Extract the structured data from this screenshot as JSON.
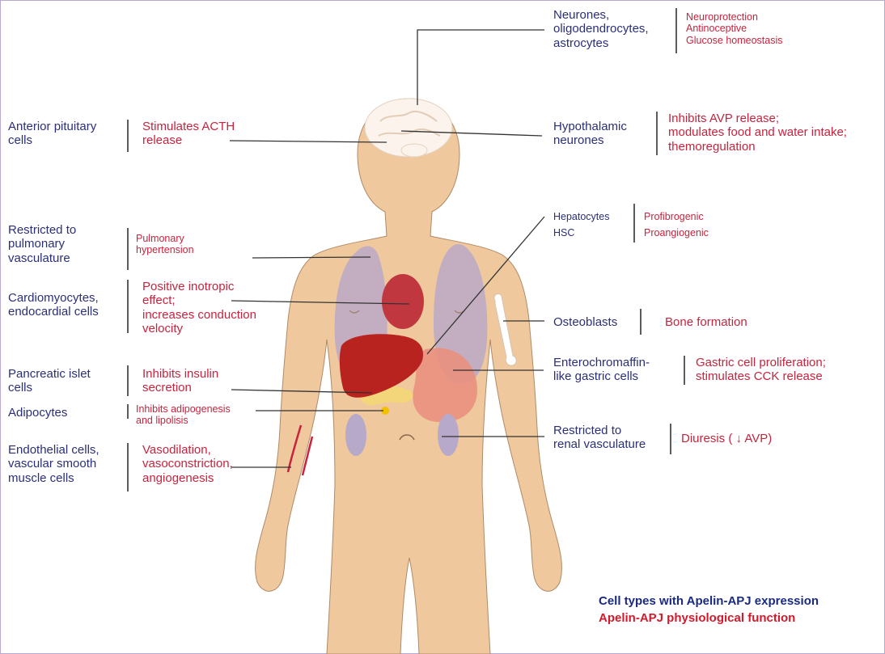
{
  "colors": {
    "cell_type": "#2a2f78",
    "function": "#c8233d",
    "skin": "#efc89e",
    "lung": "#b7a7c8",
    "liver": "#b8231f",
    "heart": "#c0373f",
    "stomach": "#e9907e",
    "kidney": "#b6a9c9",
    "pancreas": "#f3d67a",
    "brain": "#fbf3ec",
    "frame": "#b7a9cf"
  },
  "annotations": [
    {
      "id": "neurones",
      "cell": "Neurones,\noligodendrocytes,\nastrocytes",
      "function": "Neuroprotection\nAntinoceptive\nGlucose homeostasis"
    },
    {
      "id": "anterior-pituitary",
      "cell": "Anterior pituitary\ncells",
      "function": "Stimulates ACTH\nrelease"
    },
    {
      "id": "hypothalamic",
      "cell": "Hypothalamic\nneurones",
      "function": "Inhibits AVP release;\nmodulates food and water intake;\nthemoregulation"
    },
    {
      "id": "pulmonary",
      "cell": "Restricted to\npulmonary\nvasculature",
      "function": "Pulmonary\nhypertension"
    },
    {
      "id": "hepatocytes",
      "cell": "Hepatocytes\nHSC",
      "function": "Profibrogenic\nProangiogenic"
    },
    {
      "id": "cardiomyocytes",
      "cell": "Cardiomyocytes,\nendocardial cells",
      "function": "Positive inotropic\neffect;\nincreases conduction\nvelocity"
    },
    {
      "id": "osteoblasts",
      "cell": "Osteoblasts",
      "function": "Bone formation"
    },
    {
      "id": "enterochromaffin",
      "cell": "Enterochromaffin-\nlike gastric cells",
      "function": "Gastric cell proliferation;\nstimulates CCK release"
    },
    {
      "id": "pancreatic",
      "cell": "Pancreatic islet\ncells",
      "function": "Inhibits insulin\nsecretion"
    },
    {
      "id": "adipocytes",
      "cell": "Adipocytes",
      "function": "Inhibits adipogenesis\nand lipolisis"
    },
    {
      "id": "renal",
      "cell": "Restricted to\nrenal vasculature",
      "function": "Diuresis ( ↓ AVP)"
    },
    {
      "id": "endothelial",
      "cell": "Endothelial cells,\nvascular smooth\nmuscle cells",
      "function": "Vasodilation,\nvasoconstriction,\nangiogenesis"
    }
  ],
  "legend": {
    "cell_types": "Cell types with Apelin-APJ expression",
    "function": "Apelin-APJ physiological function"
  }
}
